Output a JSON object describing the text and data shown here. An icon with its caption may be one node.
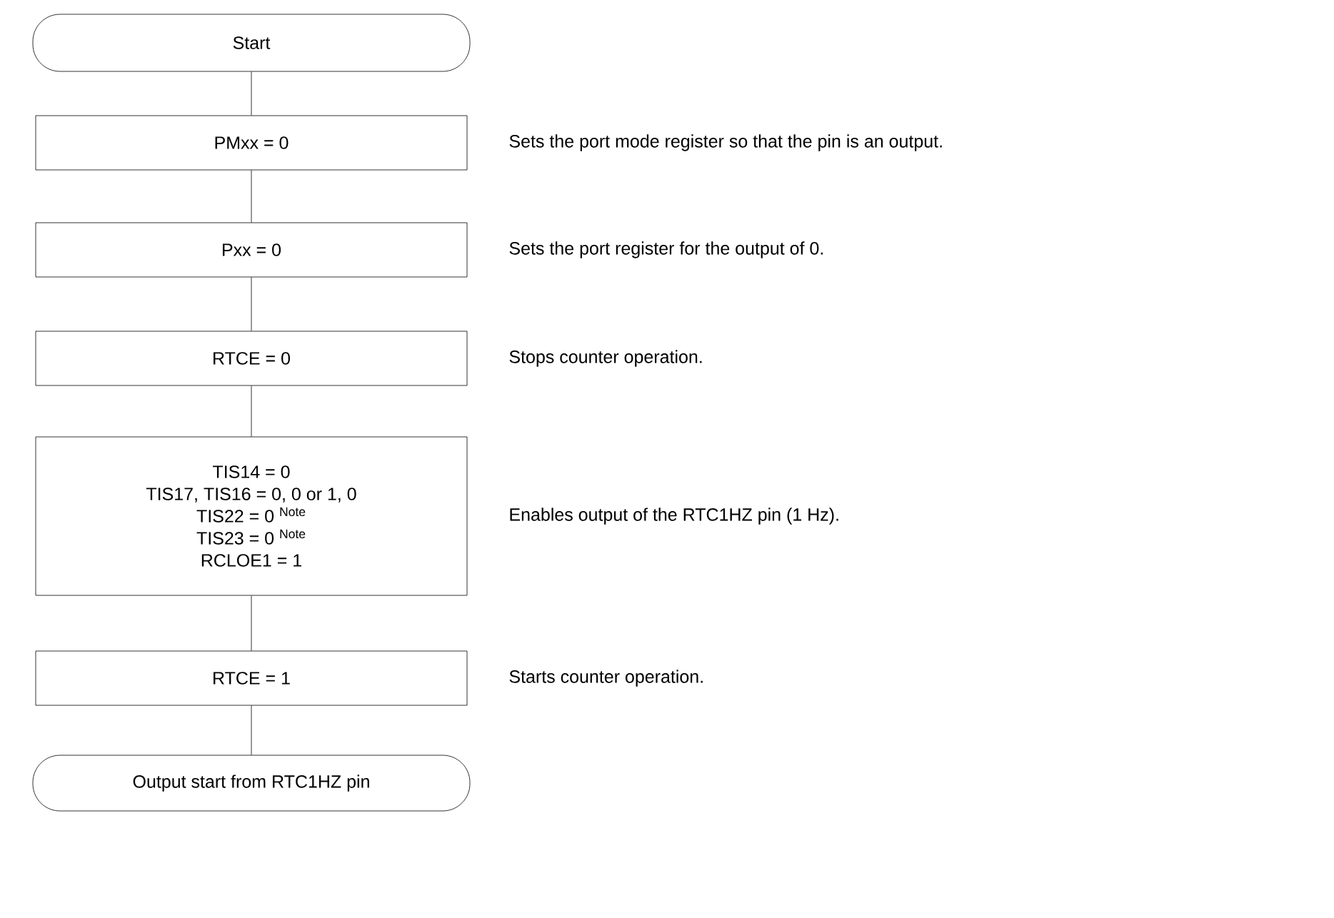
{
  "diagram": {
    "nodes": [
      {
        "text": [
          "Start"
        ]
      },
      {
        "text": [
          "PMxx = 0"
        ],
        "beside": [
          "Sets the port mode register so that the pin is an output."
        ]
      },
      {
        "text": [
          "Pxx = 0"
        ],
        "beside": [
          "Sets the port register for the output of 0."
        ]
      },
      {
        "text": [
          "RTCE = 0"
        ],
        "beside": [
          "Stops counter operation."
        ]
      },
      {
        "text": [
          "TIS14 = 0",
          "TIS17, TIS16 = 0, 0 or 1, 0",
          "TIS22 = 0 $^{Note}$",
          "TIS23 = 0 $^{Note}$",
          "RCLOE1 = 1"
        ],
        "beside": [
          "Enables output of the RTC1HZ pin (1 Hz)."
        ]
      },
      {
        "text": [
          "RTCE = 1"
        ],
        "beside": [
          "Starts counter operation."
        ]
      },
      {
        "text": [
          "Output start from RTC1HZ pin"
        ]
      }
    ],
    "edges": [
      {
        "from": 0,
        "to": 1,
        "arrow": "none"
      },
      {
        "from": 1,
        "to": 2,
        "arrow": "none"
      },
      {
        "from": 2,
        "to": 3,
        "arrow": "none"
      },
      {
        "from": 3,
        "to": 4,
        "arrow": "none"
      },
      {
        "from": 4,
        "to": 5,
        "arrow": "none"
      },
      {
        "from": 5,
        "to": 6,
        "arrow": "none"
      }
    ]
  }
}
